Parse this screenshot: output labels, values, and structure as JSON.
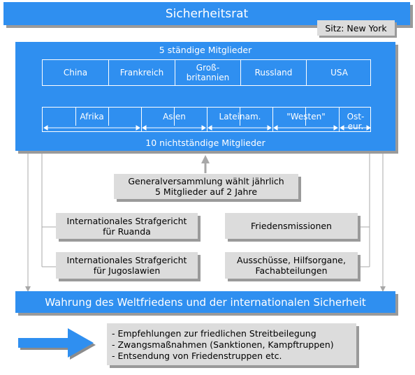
{
  "title": "Sicherheitsrat",
  "seat": "Sitz: New York",
  "permanent_label": "5 ständige Mitglieder",
  "permanent_members": [
    "China",
    "Frankreich",
    "Groß-\nbritannien",
    "Russland",
    "USA"
  ],
  "regions": [
    "Afrika",
    "Asien",
    "Lateinam.",
    "\"Westen\"",
    "Ost-\neur."
  ],
  "nonpermanent_label": "10 nichtständige Mitglieder",
  "general_assembly": "Generalversammlung wählt jährlich\n5 Mitglieder auf 2 Jahre",
  "bodies": {
    "tribunal_rwanda": "Internationales Strafgericht\nfür Ruanda",
    "peace_missions": "Friedensmissionen",
    "tribunal_yugoslavia": "Internationales Strafgericht\nfür Jugoslawien",
    "committees": "Ausschüsse, Hilfsorgane,\nFachabteilungen"
  },
  "mission": "Wahrung des Weltfriedens und der internationalen Sicherheit",
  "measures": [
    "- Empfehlungen zur friedlichen Streitbeilegung",
    "- Zwangsmaßnahmen (Sanktionen, Kampftruppen)",
    "- Entsendung von Friedenstruppen etc."
  ]
}
